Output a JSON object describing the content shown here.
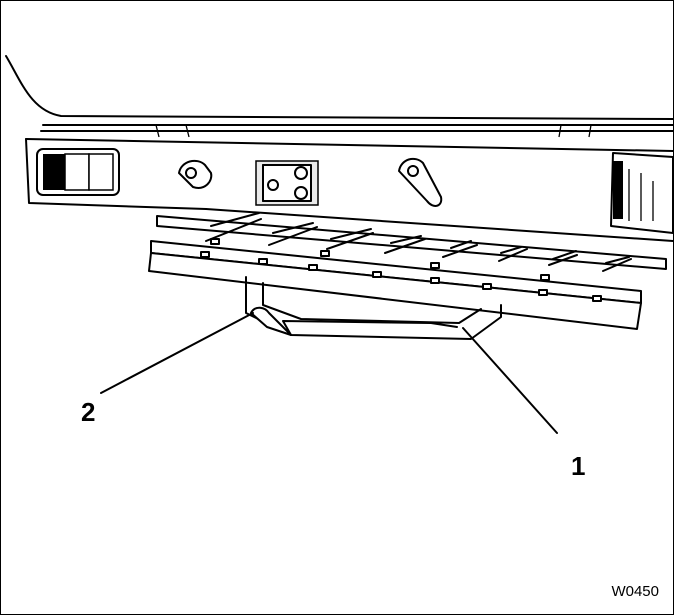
{
  "figure": {
    "callouts": [
      {
        "label": "1",
        "part": "frame"
      },
      {
        "label": "2",
        "part": "hook"
      }
    ],
    "drawing_code": "W0450",
    "colors": {
      "ink": "#000000",
      "paper": "#ffffff",
      "shade": "#eaeaea"
    }
  }
}
